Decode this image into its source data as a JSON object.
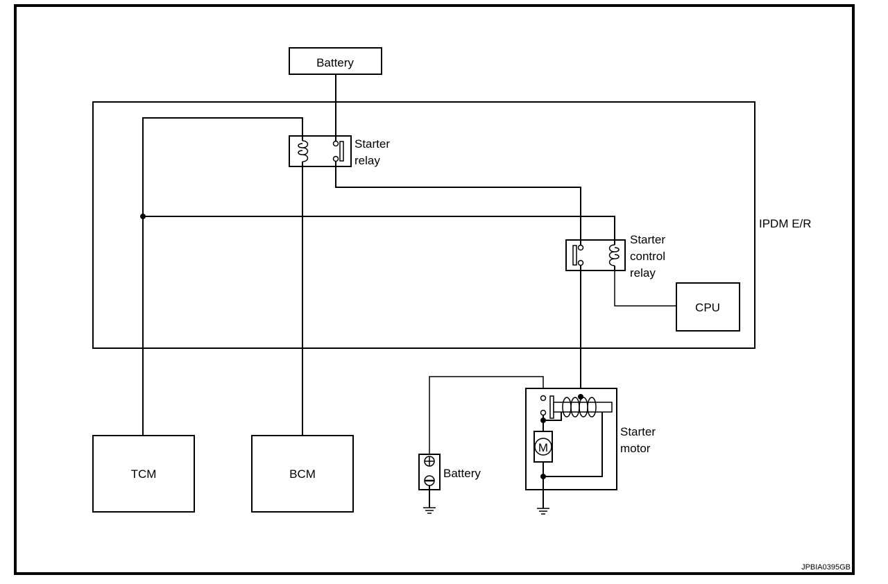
{
  "diagram": {
    "figure_code": "JPBIA0395GB",
    "colors": {
      "line": "#000000",
      "background": "#ffffff"
    },
    "components": {
      "battery_top": {
        "label": "Battery"
      },
      "ipdm": {
        "label": "IPDM E/R"
      },
      "starter_relay": {
        "label_line1": "Starter",
        "label_line2": "relay"
      },
      "starter_control_relay": {
        "label_line1": "Starter",
        "label_line2": "control",
        "label_line3": "relay"
      },
      "cpu": {
        "label": "CPU"
      },
      "tcm": {
        "label": "TCM"
      },
      "bcm": {
        "label": "BCM"
      },
      "battery_bottom": {
        "label": "Battery",
        "positive_symbol": "+",
        "negative_symbol": "−"
      },
      "starter_motor": {
        "label_line1": "Starter",
        "label_line2": "motor",
        "motor_symbol": "M"
      }
    }
  }
}
